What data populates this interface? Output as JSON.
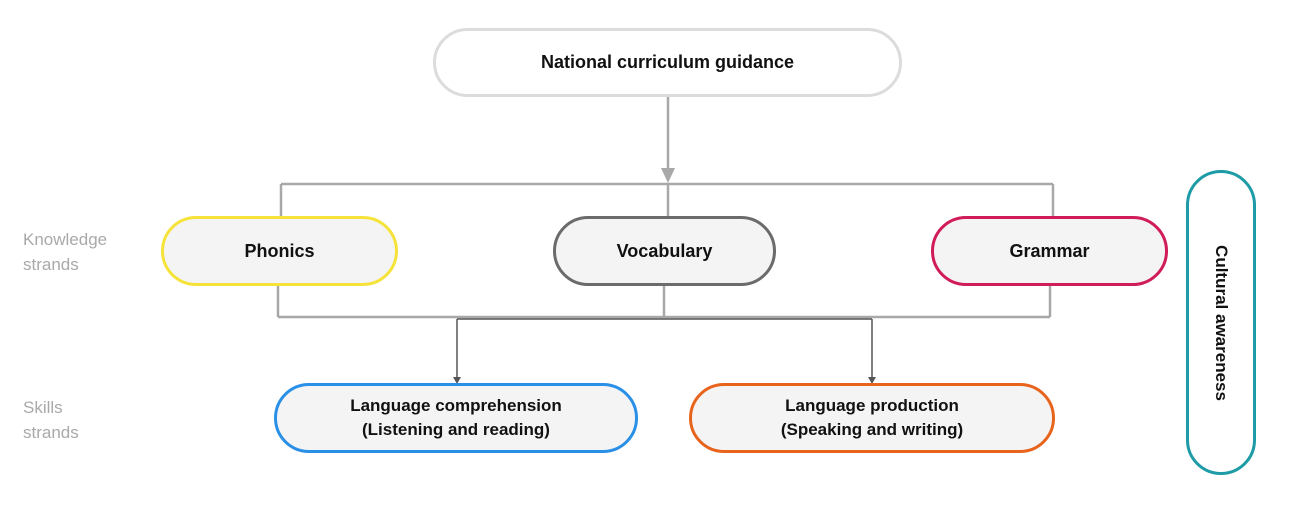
{
  "diagram": {
    "top_node": "National curriculum guidance",
    "knowledge_label": [
      "Knowledge",
      "strands"
    ],
    "skills_label": [
      "Skills",
      "strands"
    ],
    "knowledge_strands": [
      {
        "label": "Phonics",
        "color": "#f5e33a"
      },
      {
        "label": "Vocabulary",
        "color": "#6b6b6b"
      },
      {
        "label": "Grammar",
        "color": "#d01c57"
      }
    ],
    "skills_strands": [
      {
        "line1": "Language comprehension",
        "line2": "(Listening and reading)",
        "color": "#2a8fe6"
      },
      {
        "line1": "Language production",
        "line2": "(Speaking and writing)",
        "color": "#e8641c"
      }
    ],
    "side_node": {
      "label": "Cultural awareness",
      "color": "#1d9ba6"
    }
  }
}
